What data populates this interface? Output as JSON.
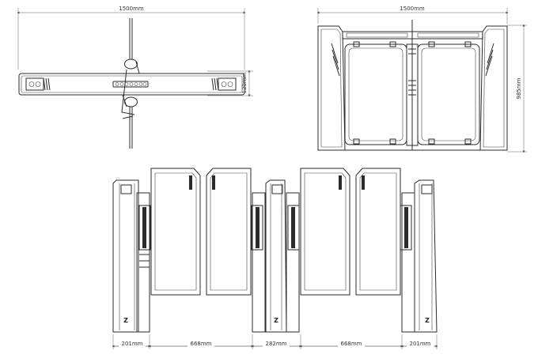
{
  "top_view": {
    "width_label": "1500mm",
    "height_label": "120mm"
  },
  "front_view": {
    "width_label": "1500mm",
    "height_label": "985mm"
  },
  "elevation_view": {
    "dims": [
      "201mm",
      "668mm",
      "282mm",
      "668mm",
      "201mm"
    ]
  },
  "cabinet_logo": "Z"
}
